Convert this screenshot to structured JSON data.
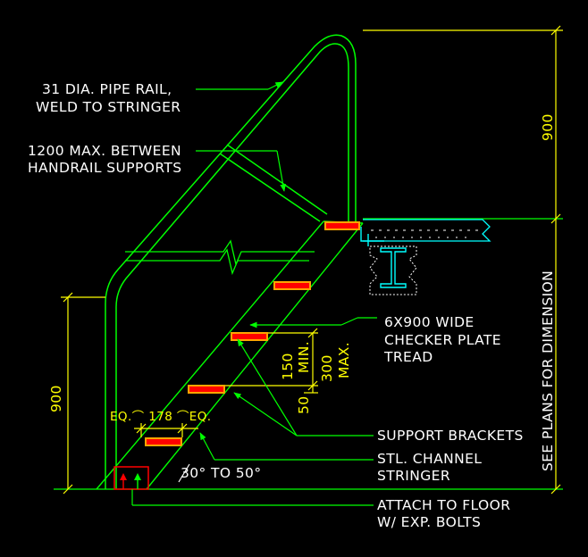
{
  "colors": {
    "background": "#000000",
    "structure": "#00ff00",
    "dimension": "#ffff00",
    "tread_fill": "#ff0000",
    "tread_edge": "#ffa500",
    "text": "#ffffff",
    "section": "#00ffff",
    "anchor_arrow": "#ff0000"
  },
  "labels": {
    "pipe_rail": [
      "31 DIA. PIPE RAIL,",
      "WELD TO STRINGER"
    ],
    "handrail_supports": [
      "1200 MAX. BETWEEN",
      "HANDRAIL SUPPORTS"
    ],
    "tread": [
      "6X900 WIDE",
      "CHECKER PLATE",
      "TREAD"
    ],
    "support_brackets": "SUPPORT BRACKETS",
    "stringer": [
      "STL. CHANNEL",
      "STRINGER"
    ],
    "attach_floor": [
      "ATTACH TO FLOOR",
      "W/ EXP. BOLTS"
    ],
    "see_plans": "SEE PLANS FOR DIMENSION",
    "angle": "30° TO 50°"
  },
  "dimensions": {
    "rail_height_top": "900",
    "rail_height_bottom": "900",
    "riser_min": [
      "150",
      "MIN."
    ],
    "riser_max": [
      "300",
      "MAX."
    ],
    "bracket_offset": "50",
    "tread_spacing": "EQ.⌒ 178 ⌒EQ."
  }
}
